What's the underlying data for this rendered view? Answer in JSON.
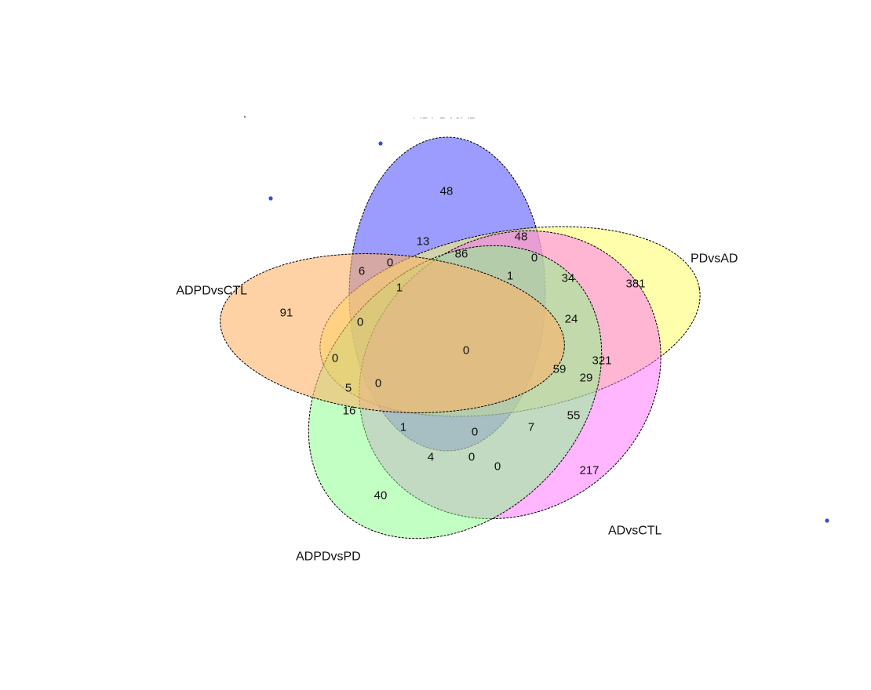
{
  "sets": [
    {
      "key": "ADPDvsAD",
      "label": "ADPDvsAD",
      "color": "#8080ff"
    },
    {
      "key": "PDvsAD",
      "label": "PDvsAD",
      "color": "#ffff66"
    },
    {
      "key": "ADvsCTL",
      "label": "ADvsCTL",
      "color": "#ff66ff"
    },
    {
      "key": "ADPDvsPD",
      "label": "ADPDvsPD",
      "color": "#80ff80"
    },
    {
      "key": "ADPDvsCTL",
      "label": "ADPDvsCTL",
      "color": "#ffb266"
    }
  ],
  "counts": {
    "adpdvsad_only": "48",
    "pdvsad_only": "381",
    "advsctl_only": "217",
    "adpdvspd_only": "40",
    "adpdvsctl_only": "91",
    "c13": "13",
    "c86": "86",
    "c48b": "48",
    "c0a": "0",
    "c6": "6",
    "c0b": "0",
    "c1a": "1",
    "c1b": "1",
    "c34": "34",
    "c0c": "0",
    "c24": "24",
    "c0d": "0",
    "center": "0",
    "c59": "59",
    "c321": "321",
    "c29": "29",
    "c0e": "0",
    "c5": "5",
    "c16": "16",
    "c55": "55",
    "c1c": "1",
    "c0f": "0",
    "c7": "7",
    "c4": "4",
    "c0g": "0",
    "c0h": "0"
  },
  "labels": {
    "adpdvsad": "ADPDvsAD",
    "pdvsad": "PDvsAD",
    "adpdvsctl": "ADPDvsCTL",
    "advsctl": "ADvsCTL",
    "adpdvspd": "ADPDvsPD"
  }
}
